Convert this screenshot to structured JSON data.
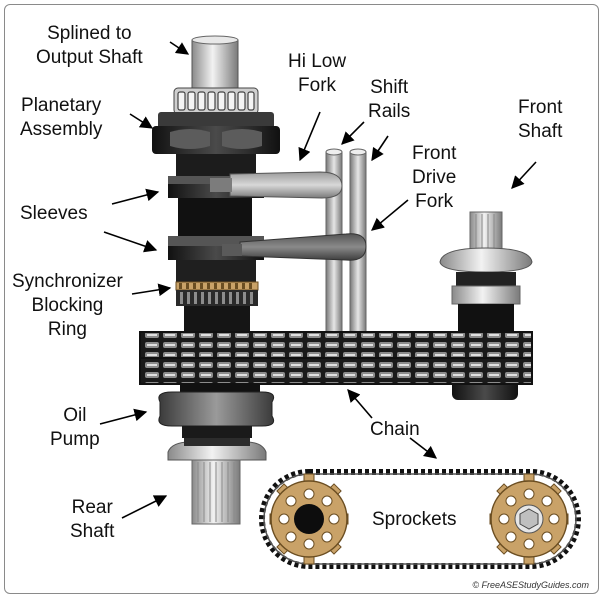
{
  "labels": {
    "splined_line1": "Splined to",
    "splined_line2": "Output Shaft",
    "planetary_line1": "Planetary",
    "planetary_line2": "Assembly",
    "hilow_line1": "Hi Low",
    "hilow_line2": "Fork",
    "shift_line1": "Shift",
    "shift_line2": "Rails",
    "front_shaft_line1": "Front",
    "front_shaft_line2": "Shaft",
    "front_drive_line1": "Front",
    "front_drive_line2": "Drive",
    "front_drive_line3": "Fork",
    "sleeves": "Sleeves",
    "sync_line1": "Synchronizer",
    "sync_line2": "Blocking",
    "sync_line3": "Ring",
    "oil_line1": "Oil",
    "oil_line2": "Pump",
    "chain": "Chain",
    "rear_line1": "Rear",
    "rear_line2": "Shaft",
    "sprockets": "Sprockets"
  },
  "credit": "© FreeASEStudyGuides.com",
  "colors": {
    "gear_bronze": "#c9a268",
    "metal_dark": "#2b2b2b",
    "metal_mid": "#6e6e6e",
    "metal_light": "#cfcfcf",
    "arrow": "#000000"
  }
}
